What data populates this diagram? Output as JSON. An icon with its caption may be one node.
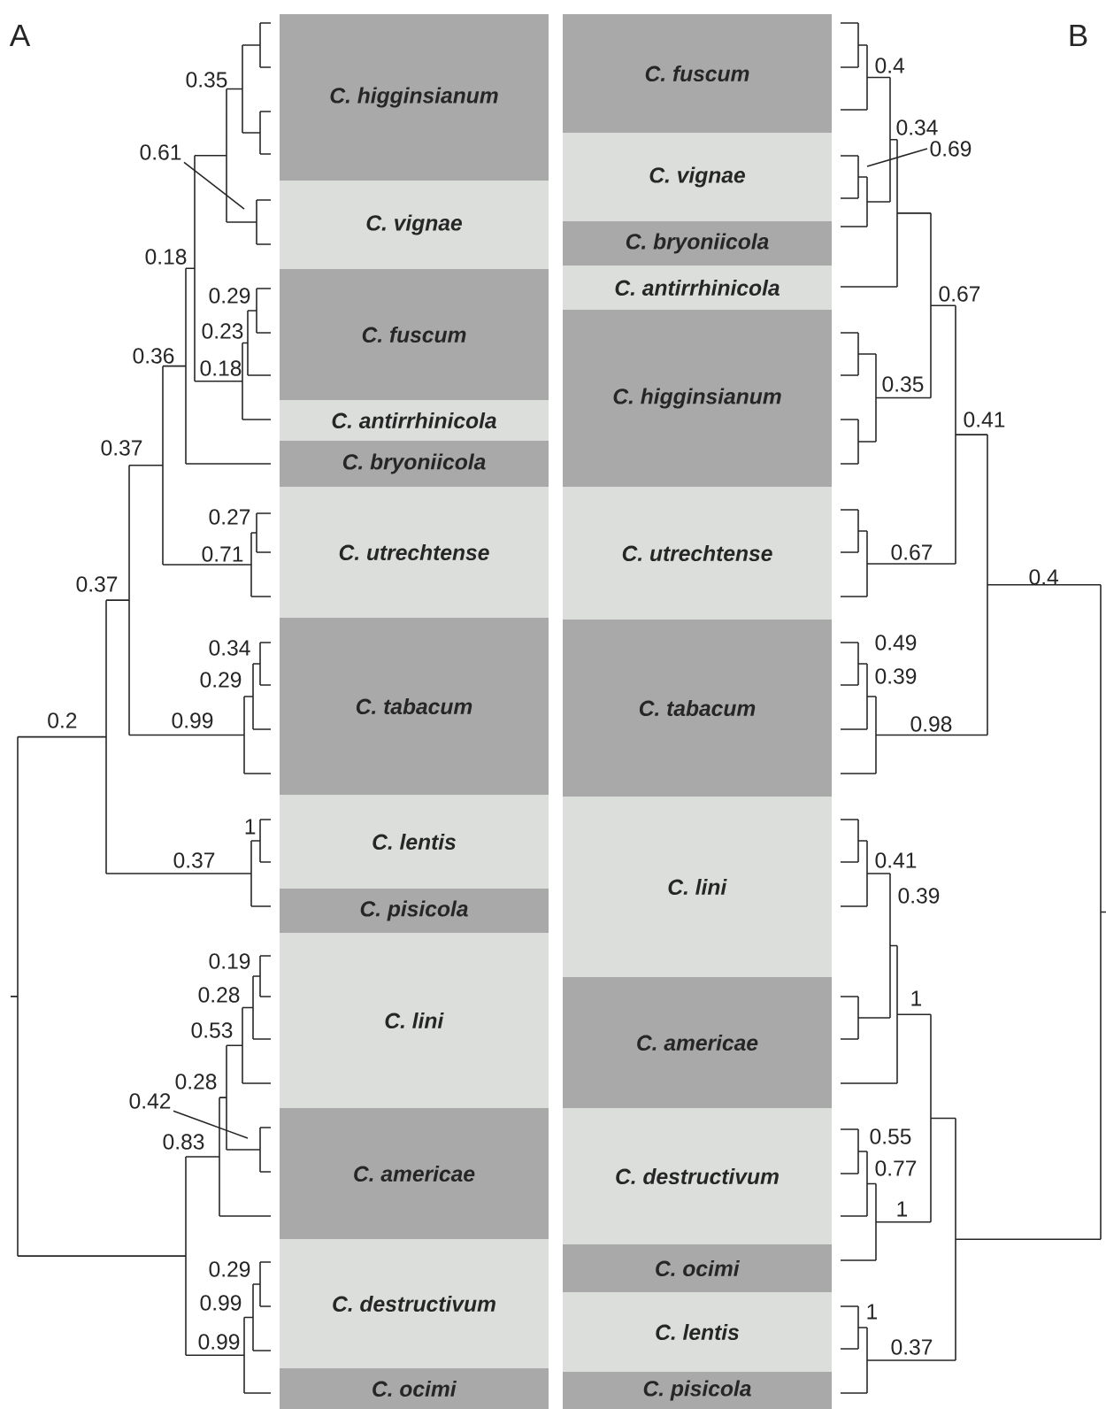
{
  "diagram": {
    "nodes": [
      {
        "text": [
          "*C. higginsianum*"
        ]
      },
      {
        "text": [
          "*C. vignae*"
        ]
      },
      {
        "text": [
          "*C. fuscum*"
        ]
      },
      {
        "text": [
          "*C. antirrhinicola*"
        ]
      },
      {
        "text": [
          "*C. bryoniicola*"
        ]
      },
      {
        "text": [
          "*C. utrechtense*"
        ]
      },
      {
        "text": [
          "*C. tabacum*"
        ]
      },
      {
        "text": [
          "*C. lentis*"
        ]
      },
      {
        "text": [
          "*C. pisicola*"
        ]
      },
      {
        "text": [
          "*C. lini*"
        ]
      },
      {
        "text": [
          "*C. americae*"
        ]
      },
      {
        "text": [
          "*C. destructivum*"
        ]
      },
      {
        "text": [
          "*C. ocimi*"
        ]
      },
      {
        "text": [
          "*C. fuscum*"
        ]
      },
      {
        "text": [
          "*C. vignae*"
        ]
      },
      {
        "text": [
          "*C. bryoniicola*"
        ]
      },
      {
        "text": [
          "*C. antirrhinicola*"
        ]
      },
      {
        "text": [
          "*C. higginsianum*"
        ]
      },
      {
        "text": [
          "*C. utrechtense*"
        ]
      },
      {
        "text": [
          "*C. tabacum*"
        ]
      },
      {
        "text": [
          "*C. lini*"
        ]
      },
      {
        "text": [
          "*C. americae*"
        ]
      },
      {
        "text": [
          "*C. destructivum*"
        ]
      },
      {
        "text": [
          "*C. ocimi*"
        ]
      },
      {
        "text": [
          "*C. lentis*"
        ]
      },
      {
        "text": [
          "*C. pisicola*"
        ]
      },
      {
        "text": [
          "0.61"
        ]
      },
      {
        "text": [
          "0.42"
        ]
      },
      {
        "text": [
          "0.69"
        ]
      }
    ],
    "edges": [
      {
        "from": 26,
        "to": null,
        "arrow": "none"
      },
      {
        "from": 27,
        "to": null,
        "arrow": "none"
      },
      {
        "from": 28,
        "to": null,
        "arrow": "none"
      }
    ],
    "labels": [
      "A",
      "B",
      "0.35",
      "0.18",
      "0.29",
      "0.23",
      "0.36",
      "0.18",
      "0.37",
      "0.27",
      "0.71",
      "0.37",
      "0.34",
      "0.29",
      "0.2",
      "0.99",
      "1",
      "0.37",
      "0.19",
      "0.28",
      "0.53",
      "0.28",
      "0.83",
      "0.29",
      "0.99",
      "0.99",
      "0.4",
      "0.34",
      "0.67",
      "0.35",
      "0.41",
      "0.67",
      "0.4",
      "0.49",
      "0.39",
      "0.98",
      "0.41",
      "0.39",
      "1",
      "0.55",
      "0.77",
      "1",
      "1",
      "0.37"
    ]
  }
}
